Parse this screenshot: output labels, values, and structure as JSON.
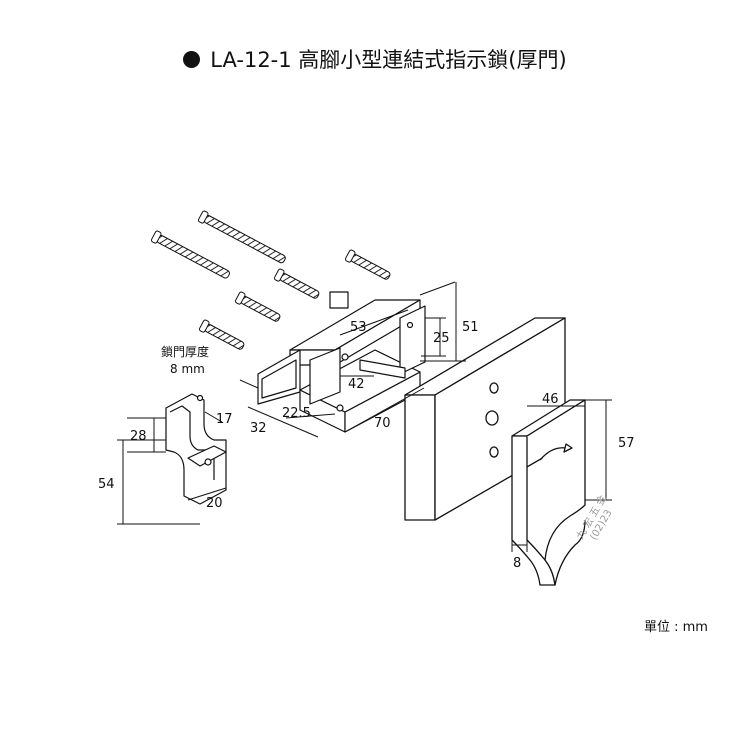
{
  "title": "LA-12-1 高腳小型連結式指示鎖(厚門)",
  "unit_label": "單位 : mm",
  "door_thickness_note": [
    "鎖門厚度",
    "8 mm"
  ],
  "dimensions": {
    "d53": "53",
    "d51": "51",
    "d25": "25",
    "d42": "42",
    "d70": "70",
    "d22_5": "22.5",
    "d32": "32",
    "d17": "17",
    "d28": "28",
    "d54": "54",
    "d20": "20",
    "d46": "46",
    "d57": "57",
    "d8": "8"
  },
  "watermark": [
    "九",
    "宏",
    "五",
    "金",
    "(02)23"
  ]
}
